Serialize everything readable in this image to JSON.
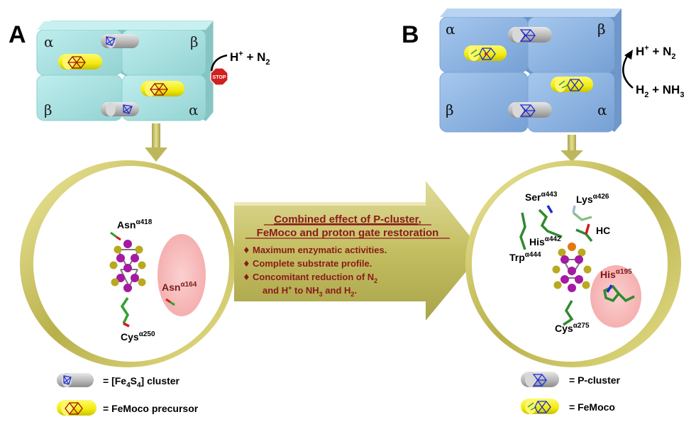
{
  "panel_a": {
    "label": "A",
    "subunits": {
      "tl": "α",
      "tr": "β",
      "bl": "β",
      "br": "α"
    },
    "product": {
      "h": "H",
      "plus_sup": "+",
      "rest": " + N",
      "sub": "2"
    },
    "stop_sign": "STOP",
    "residues": {
      "asn418": {
        "name": "Asn",
        "sup": "α418"
      },
      "asn164": {
        "name": "Asn",
        "sup": "α164"
      },
      "cys250": {
        "name": "Cys",
        "sup": "α250"
      }
    },
    "legend": {
      "cluster": {
        "prefix": "= [Fe",
        "sub1": "4",
        "mid": "S",
        "sub2": "4",
        "suffix": "] cluster"
      },
      "precursor": "= FeMoco precursor"
    }
  },
  "panel_b": {
    "label": "B",
    "subunits": {
      "tl": "α",
      "tr": "β",
      "bl": "β",
      "br": "α"
    },
    "product_top": {
      "h": "H",
      "plus_sup": "+",
      "rest": " + N",
      "sub": "2"
    },
    "product_bottom": {
      "h": "H",
      "sub1": "2",
      "rest": " + NH",
      "sub2": "3"
    },
    "residues": {
      "ser443": {
        "name": "Ser",
        "sup": "α443"
      },
      "lys426": {
        "name": "Lys",
        "sup": "α426"
      },
      "his442": {
        "name": "His",
        "sup": "α442"
      },
      "trp444": {
        "name": "Trp",
        "sup": "α444"
      },
      "hc": "HC",
      "his195": {
        "name": "His",
        "sup": "α195"
      },
      "cys275": {
        "name": "Cys",
        "sup": "α275"
      }
    },
    "legend": {
      "pcluster": "= P-cluster",
      "femoco": "= FeMoco"
    }
  },
  "center": {
    "title_line1": "Combined effect of P-cluster,",
    "title_line2": "FeMoco and proton gate restoration",
    "bullet_char": "♦",
    "bullets": {
      "b1": "Maximum enzymatic activities.",
      "b2": "Complete substrate profile.",
      "b3_a": "Concomitant reduction of N",
      "b3_sub": "2",
      "b3_c_a": "and H",
      "b3_c_sup": "+",
      "b3_c_b": " to NH",
      "b3_c_sub1": "3",
      "b3_c_c": " and H",
      "b3_c_sub2": "2",
      "b3_c_d": "."
    }
  },
  "colors": {
    "panel_a_box": "#a8dede",
    "panel_b_box": "#8fb4e0",
    "olive": "#c9c46a",
    "title_red": "#8b1a1a",
    "yellow_cap": "#f2ef1a",
    "gray_cap": "#b8b8b8",
    "highlight_pink": "#f7b7b7"
  }
}
